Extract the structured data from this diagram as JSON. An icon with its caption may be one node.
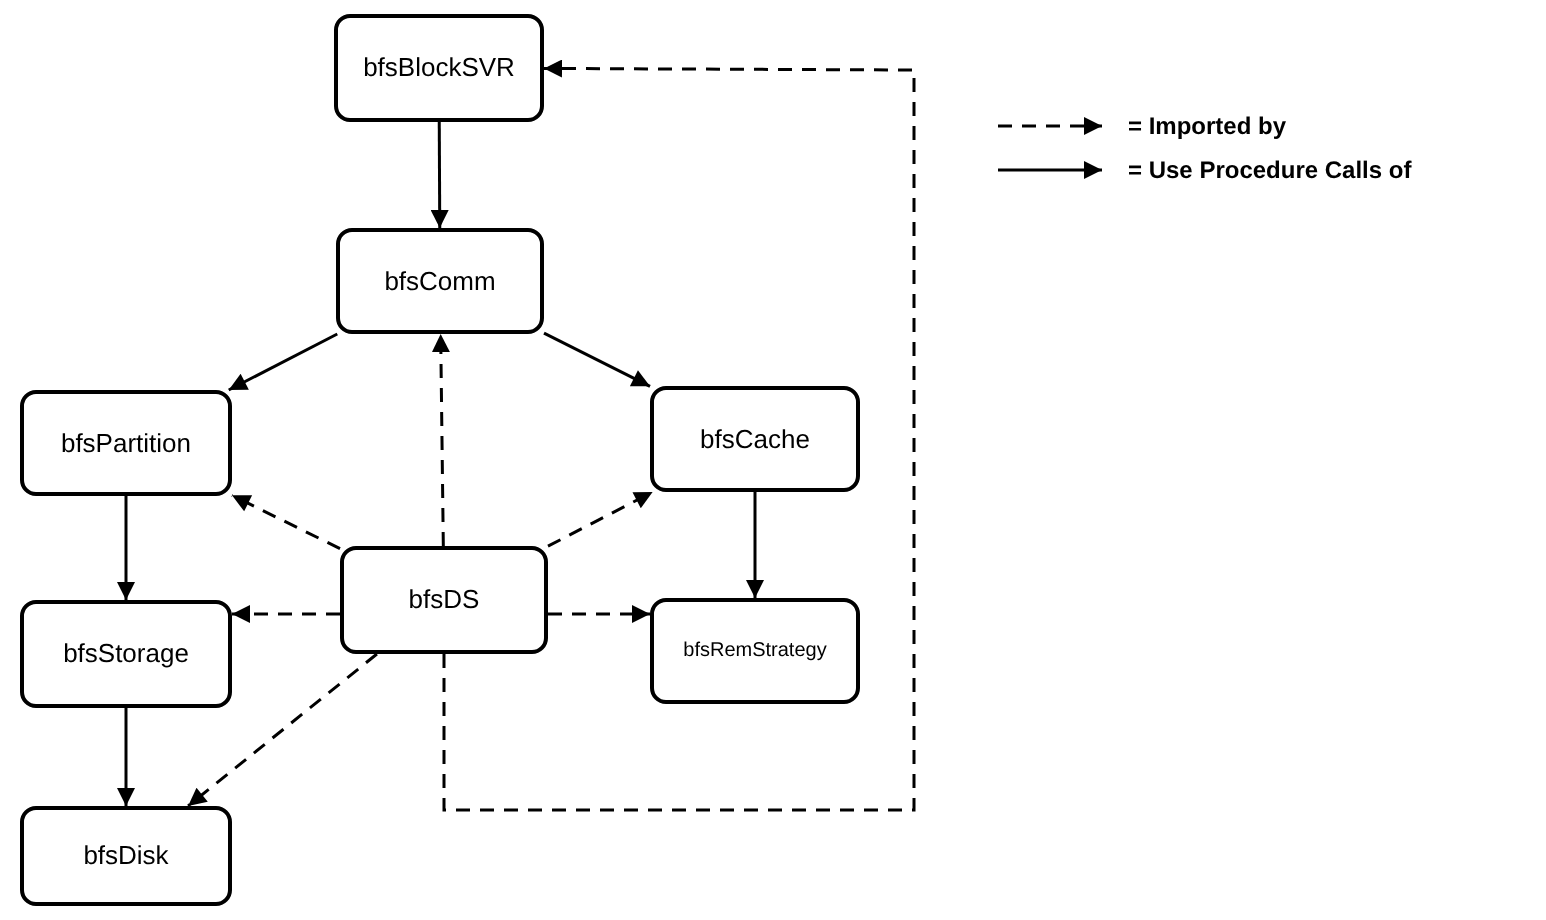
{
  "diagram": {
    "nodes": [
      {
        "text": [
          "bfsBlockSVR"
        ]
      },
      {
        "text": [
          "bfsComm"
        ]
      },
      {
        "text": [
          "bfsPartition"
        ]
      },
      {
        "text": [
          "bfsCache"
        ]
      },
      {
        "text": [
          "bfsDS"
        ]
      },
      {
        "text": [
          "bfsStorage"
        ]
      },
      {
        "text": [
          "bfsRemStrategy"
        ]
      },
      {
        "text": [
          "bfsDisk"
        ]
      }
    ],
    "edges": [
      {
        "from": 0,
        "to": 1,
        "arrow": "to"
      },
      {
        "from": 1,
        "to": 2,
        "arrow": "to"
      },
      {
        "from": 1,
        "to": 3,
        "arrow": "to"
      },
      {
        "from": 2,
        "to": 5,
        "arrow": "to"
      },
      {
        "from": 3,
        "to": 6,
        "arrow": "to"
      },
      {
        "from": 5,
        "to": 7,
        "arrow": "to"
      },
      {
        "from": 4,
        "to": 1,
        "arrow": "to",
        "style": "dashed"
      },
      {
        "from": 4,
        "to": 2,
        "arrow": "to",
        "style": "dashed"
      },
      {
        "from": 4,
        "to": 3,
        "arrow": "to",
        "style": "dashed"
      },
      {
        "from": 4,
        "to": 5,
        "arrow": "to",
        "style": "dashed"
      },
      {
        "from": 4,
        "to": 6,
        "arrow": "to",
        "style": "dashed"
      },
      {
        "from": 4,
        "to": 7,
        "arrow": "to",
        "style": "dashed"
      },
      {
        "from": 4,
        "to": 0,
        "arrow": "to",
        "style": "dashed"
      }
    ],
    "legend": [
      {
        "text": "= Imported by"
      },
      {
        "text": "= Use Procedure Calls of"
      }
    ]
  }
}
